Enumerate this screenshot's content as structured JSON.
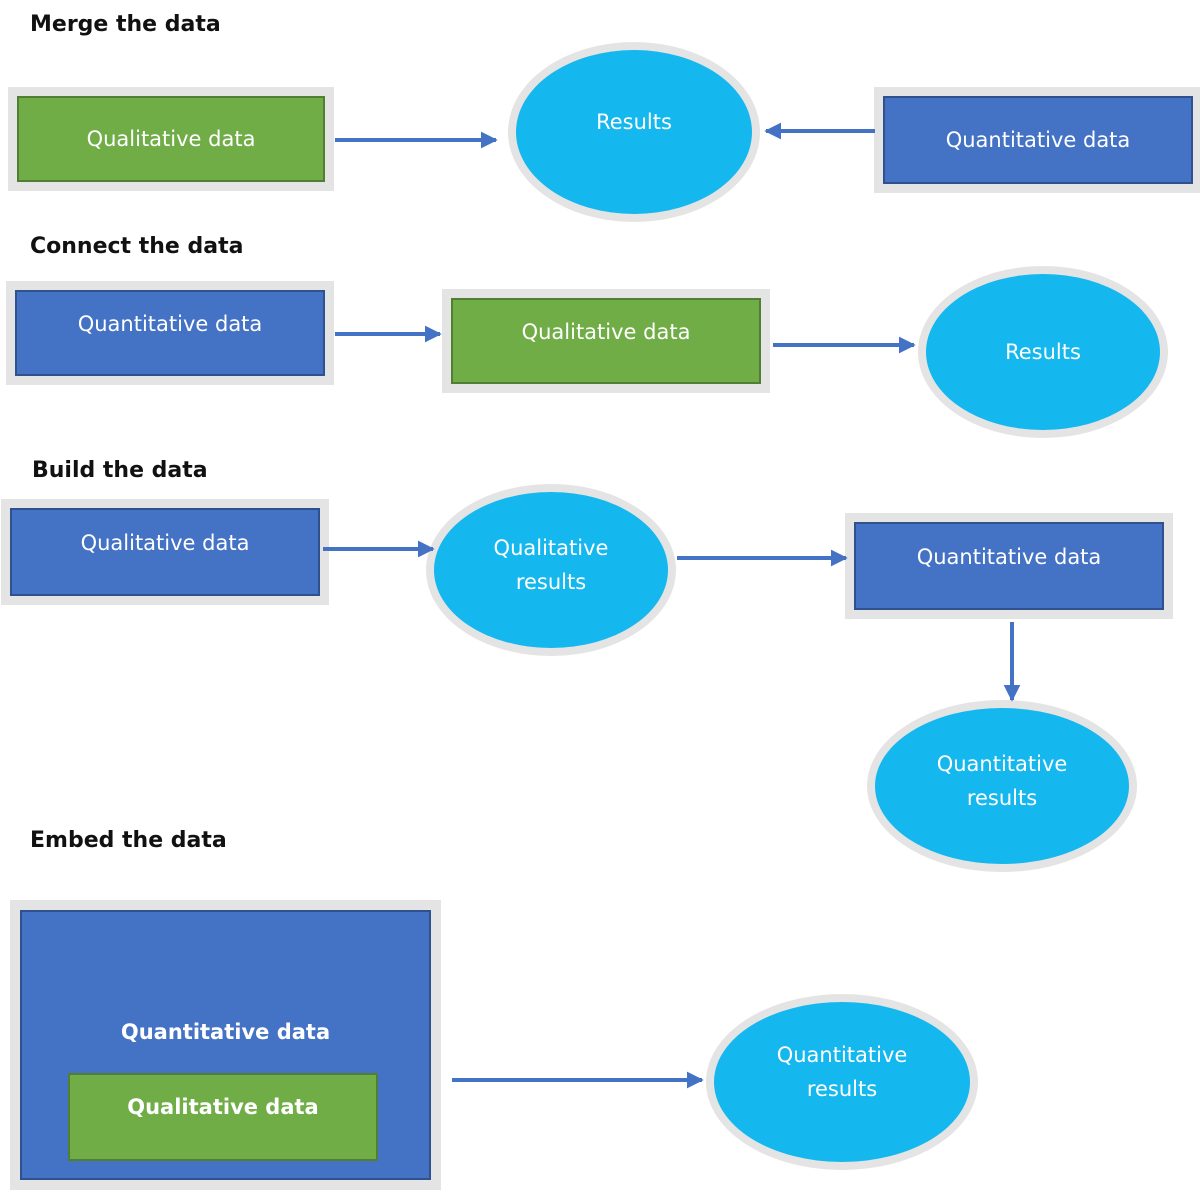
{
  "sections": {
    "merge": {
      "heading": "Merge the data",
      "qualitative_box": "Qualitative data",
      "results": "Results",
      "quantitative_box": "Quantitative data"
    },
    "connect": {
      "heading": "Connect the data",
      "quantitative_box": "Quantitative data",
      "qualitative_box": "Qualitative data",
      "results": "Results"
    },
    "build": {
      "heading": "Build the data",
      "qualitative_box": "Qualitative data",
      "qualitative_results": "Qualitative\nresults",
      "quantitative_box": "Quantitative data",
      "quantitative_results": "Quantitative\nresults"
    },
    "embed": {
      "heading": "Embed the data",
      "outer_box": "Quantitative data",
      "inner_box": "Qualitative data",
      "quantitative_results": "Quantitative\nresults"
    }
  },
  "colors": {
    "blue_box": "#4472c4",
    "green_box": "#70ad47",
    "ellipse": "#14b7ee",
    "arrow": "#4472c4"
  }
}
